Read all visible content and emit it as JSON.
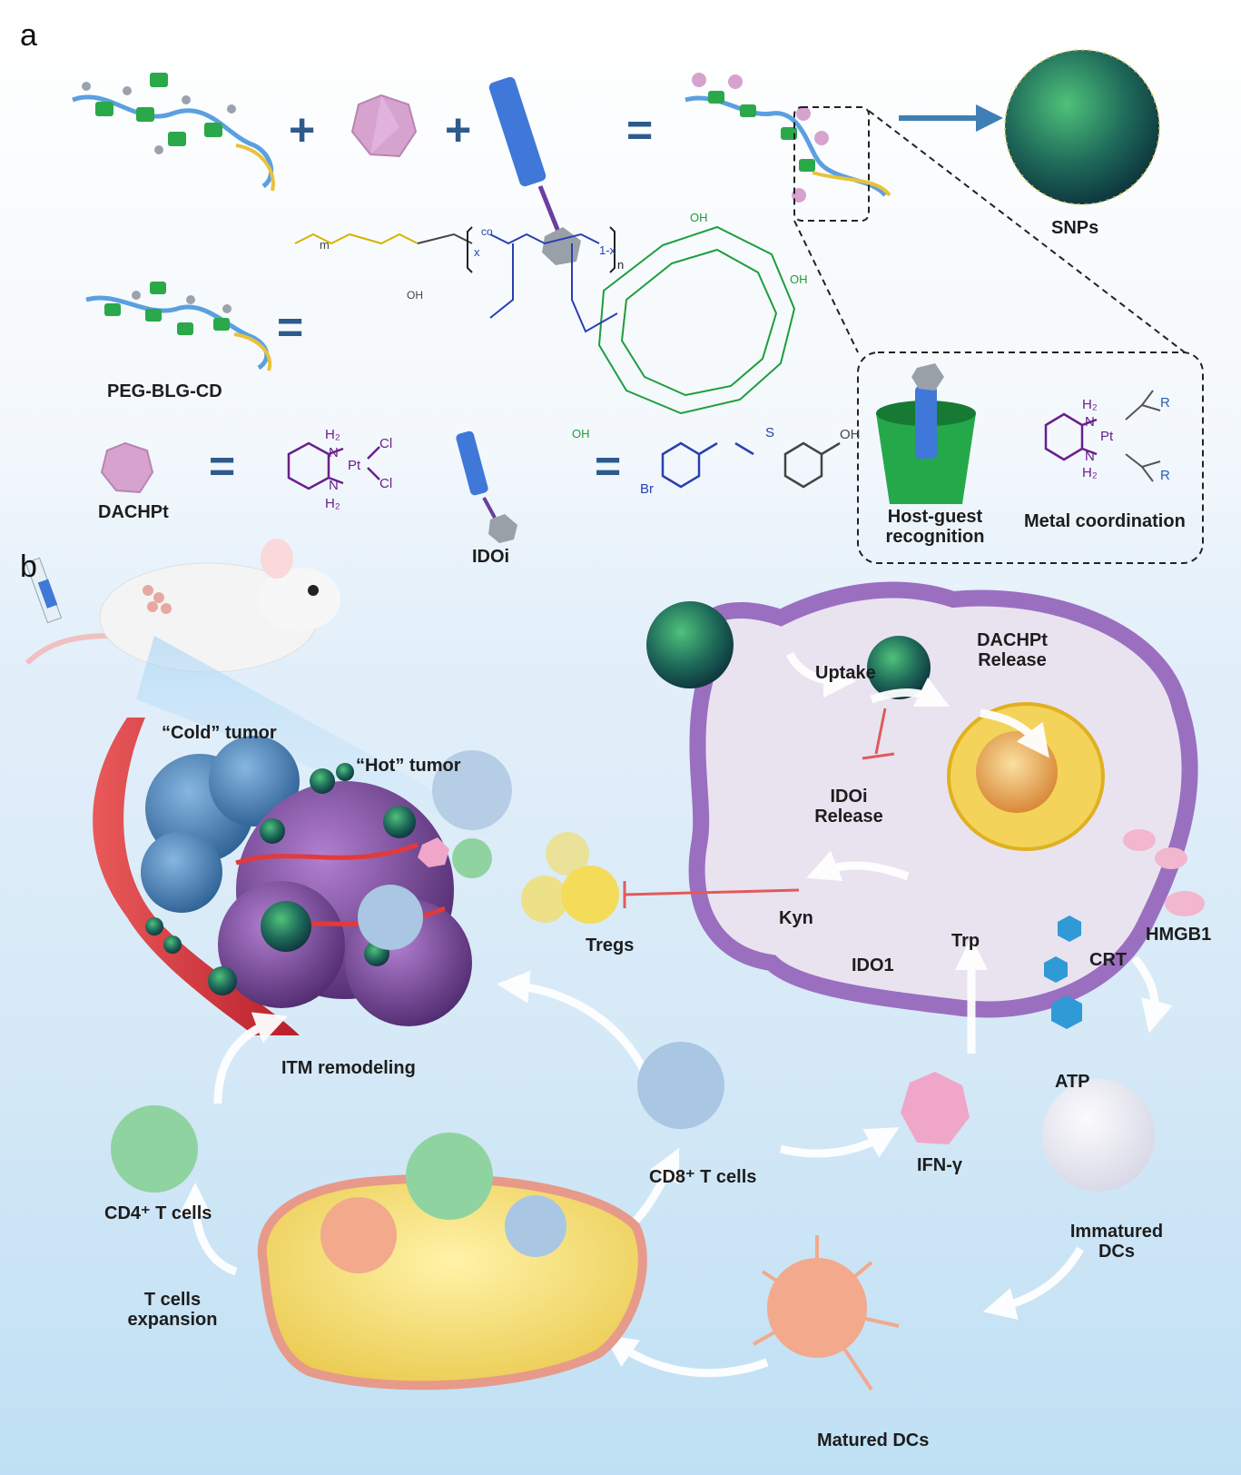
{
  "panels": {
    "a": "a",
    "b": "b"
  },
  "panel_a": {
    "snps": "SNPs",
    "peg_blg_cd": "PEG-BLG-CD",
    "dachpt": "DACHPt",
    "idoi": "IDOi",
    "host_guest": "Host-guest\nrecognition",
    "metal_coordination": "Metal coordination",
    "plus": "+",
    "equals": "="
  },
  "chem": {
    "h2": "H₂",
    "nh": "N",
    "pt": "Pt",
    "cl": "Cl",
    "br": "Br",
    "oh": "OH",
    "r": "R",
    "s": "S",
    "m": "m",
    "x": "x",
    "one_minus_x": "1-x",
    "n": "n",
    "co": "co"
  },
  "panel_b": {
    "cold_tumor": "“Cold” tumor",
    "hot_tumor": "“Hot” tumor",
    "uptake": "Uptake",
    "dachpt_release": "DACHPt\nRelease",
    "idoi_release": "IDOi\nRelease",
    "kyn": "Kyn",
    "ido1": "IDO1",
    "trp": "Trp",
    "tregs": "Tregs",
    "crt": "CRT",
    "hmgb1": "HMGB1",
    "atp": "ATP",
    "itm_remodeling": "ITM remodeling",
    "ifn": "IFN-γ",
    "cd8": "CD8⁺ T cells",
    "cd4": "CD4⁺ T  cells",
    "immatured_dcs": "Immatured\nDCs",
    "matured_dcs": "Matured DCs",
    "t_cells_expansion": "T cells\nexpansion"
  },
  "colors": {
    "polymer_backbone": "#5aa0e0",
    "peg_tail": "#e8c23a",
    "cyclodextrin": "#2aa84a",
    "dachpt": "#d6a3cf",
    "idoi": "#3f78d8",
    "arrow": "#3f7fb5",
    "membrane": "#9b6fc0",
    "tumor": "#8b5bb0",
    "vessel": "#d8353a",
    "lymph": "#f2dd6a",
    "treg": "#f4dc5a",
    "cd8": "#a9c6e3",
    "cd4": "#8fd3a0",
    "dc": "#f2a98c",
    "ifn": "#f0a6c8",
    "atp": "#2f9ad6",
    "inhibit": "#e25a5a"
  }
}
